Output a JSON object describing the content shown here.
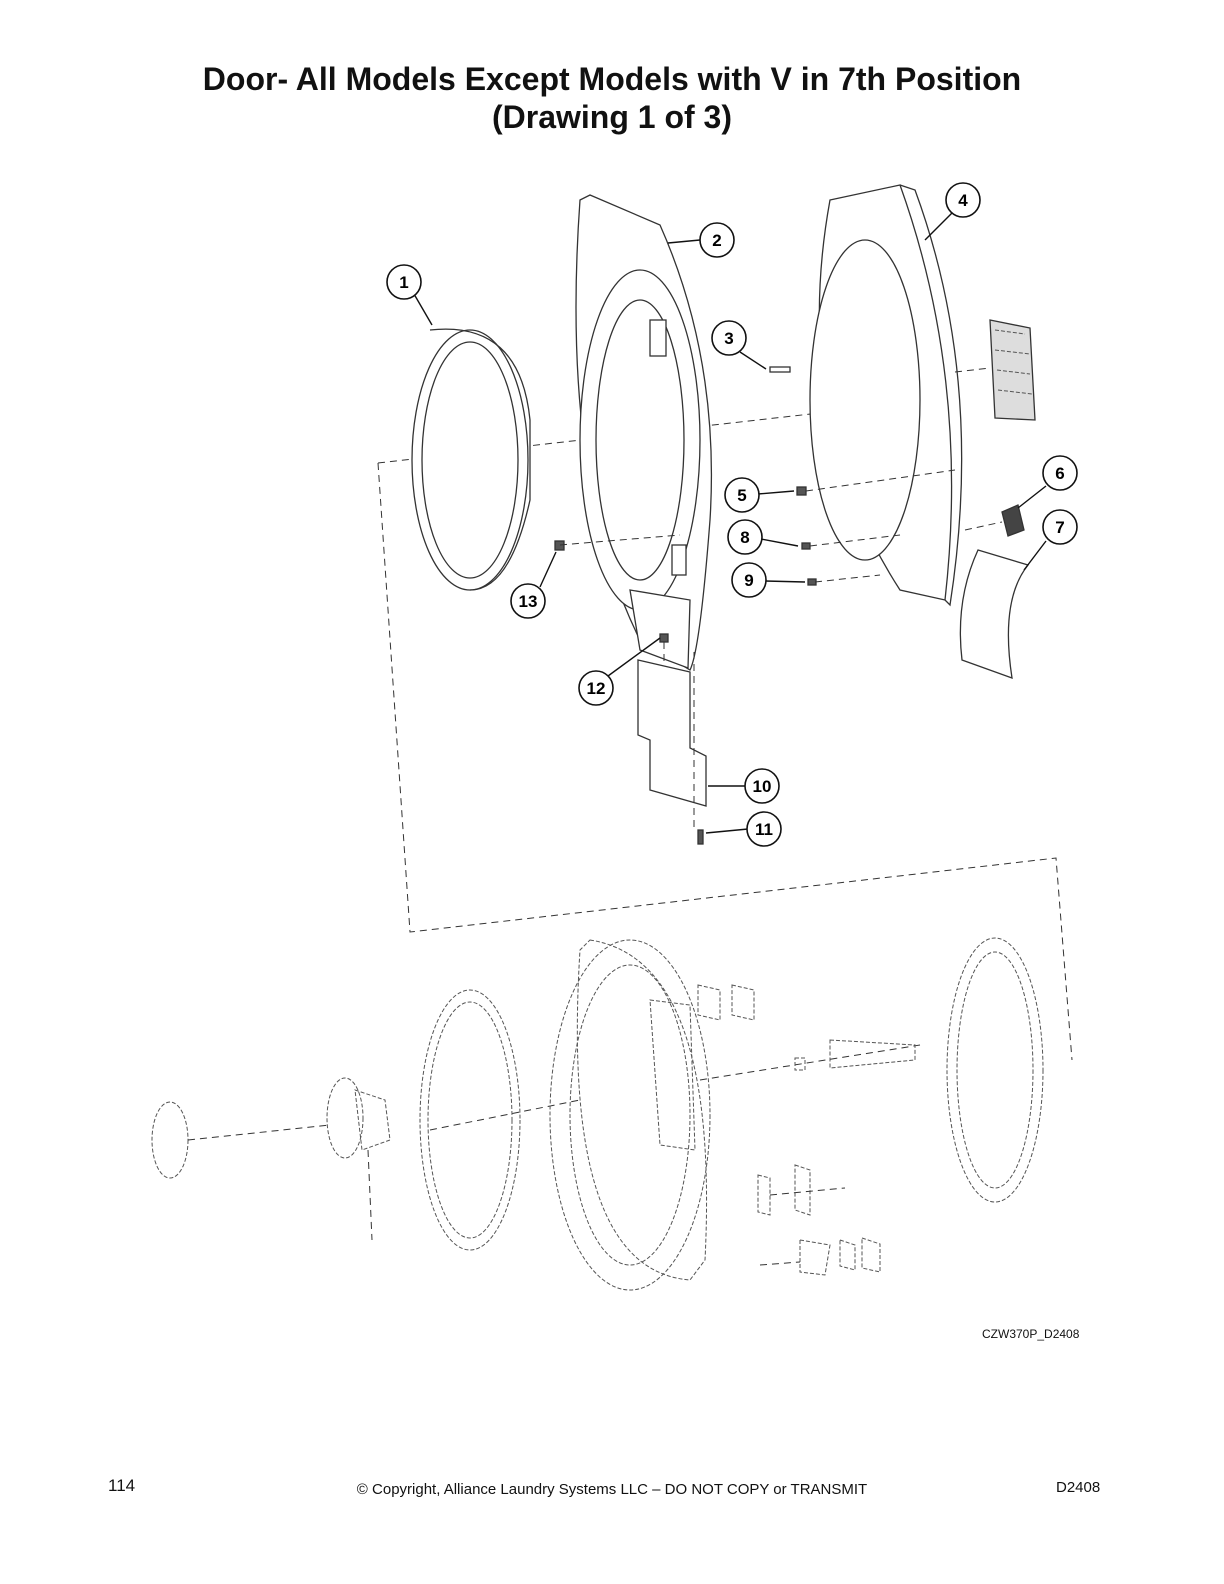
{
  "header": {
    "title_line1": "Door- All Models Except Models with V in 7th Position",
    "title_line2": "(Drawing 1 of 3)"
  },
  "callouts": [
    "1",
    "2",
    "3",
    "4",
    "5",
    "6",
    "7",
    "8",
    "9",
    "10",
    "11",
    "12",
    "13"
  ],
  "drawing_ref": "CZW370P_D2408",
  "footer": {
    "page_number": "114",
    "copyright": "© Copyright, Alliance Laundry Systems LLC – DO NOT COPY or TRANSMIT",
    "doc_code": "D2408"
  }
}
